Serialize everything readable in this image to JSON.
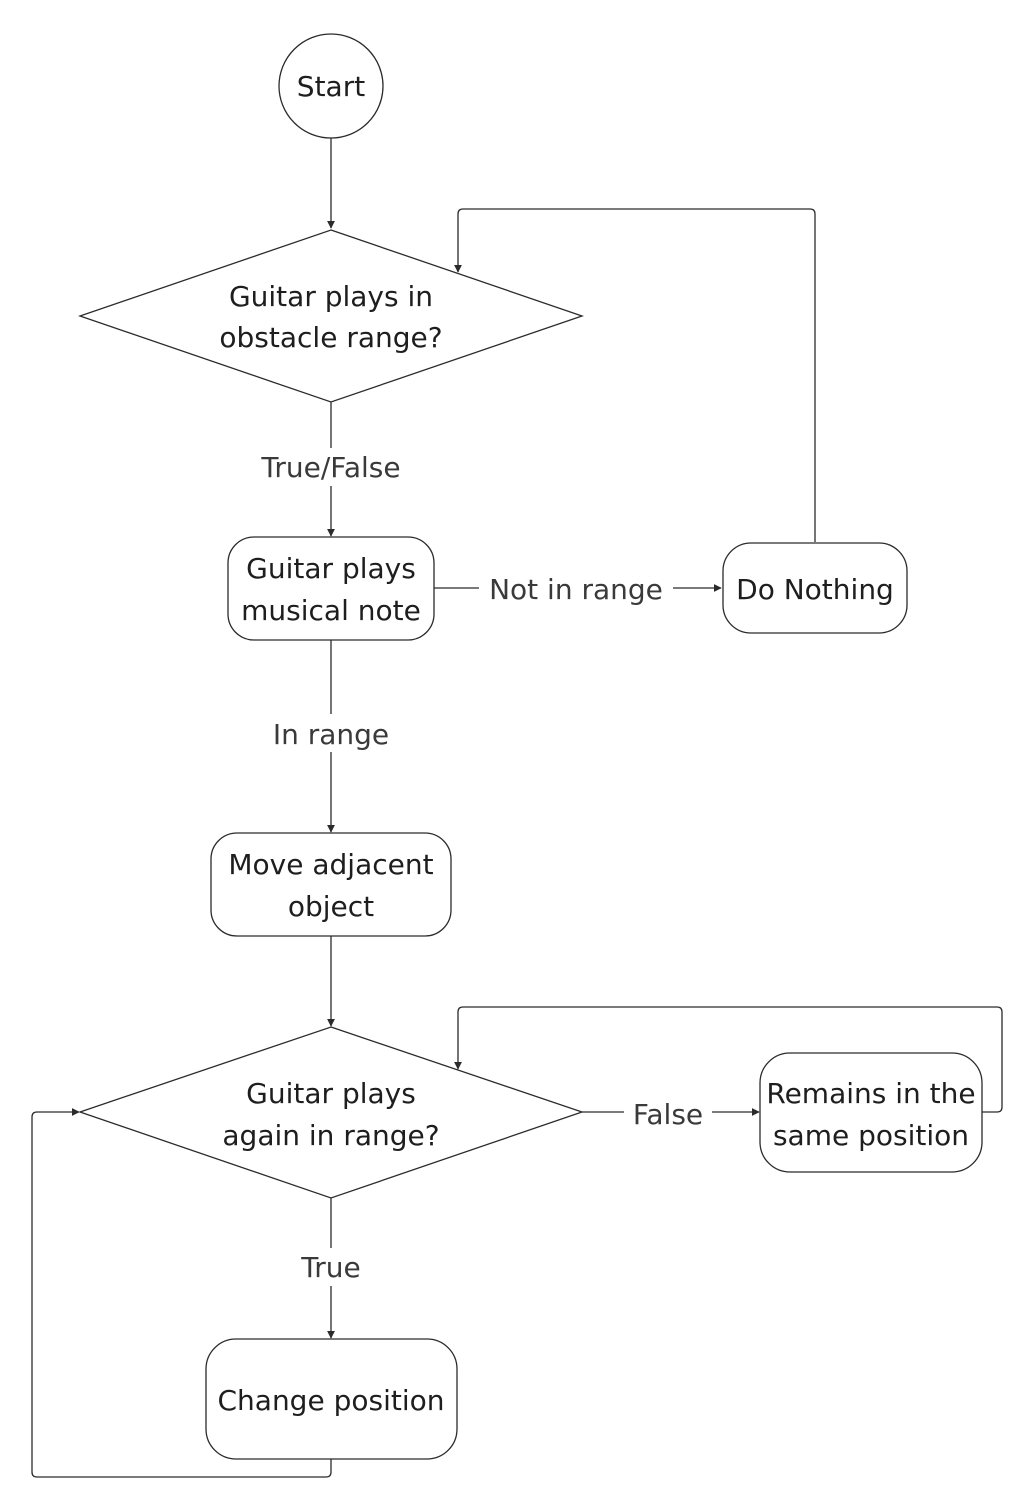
{
  "diagram": {
    "type": "flowchart",
    "nodes": {
      "start": {
        "shape": "circle",
        "lines": [
          "Start"
        ]
      },
      "decision_obstacle": {
        "shape": "diamond",
        "lines": [
          "Guitar plays in",
          "obstacle range?"
        ]
      },
      "play_note": {
        "shape": "rounded-rect",
        "lines": [
          "Guitar plays",
          "musical note"
        ]
      },
      "do_nothing": {
        "shape": "rounded-rect",
        "lines": [
          "Do Nothing"
        ]
      },
      "move_object": {
        "shape": "rounded-rect",
        "lines": [
          "Move adjacent",
          "object"
        ]
      },
      "decision_again": {
        "shape": "diamond",
        "lines": [
          "Guitar plays",
          "again in range?"
        ]
      },
      "remains": {
        "shape": "rounded-rect",
        "lines": [
          "Remains in the",
          "same position"
        ]
      },
      "change_position": {
        "shape": "rounded-rect",
        "lines": [
          "Change position"
        ]
      }
    },
    "edges": [
      {
        "id": "start_to_obstacle",
        "from": "start",
        "to": "decision_obstacle",
        "label": ""
      },
      {
        "id": "obstacle_to_note",
        "from": "decision_obstacle",
        "to": "play_note",
        "label": "True/False"
      },
      {
        "id": "note_to_nothing",
        "from": "play_note",
        "to": "do_nothing",
        "label": "Not in range"
      },
      {
        "id": "nothing_to_obstacle",
        "from": "do_nothing",
        "to": "decision_obstacle",
        "label": ""
      },
      {
        "id": "note_to_move",
        "from": "play_note",
        "to": "move_object",
        "label": "In range"
      },
      {
        "id": "move_to_again",
        "from": "move_object",
        "to": "decision_again",
        "label": ""
      },
      {
        "id": "again_to_remains",
        "from": "decision_again",
        "to": "remains",
        "label": "False"
      },
      {
        "id": "remains_to_again",
        "from": "remains",
        "to": "decision_again",
        "label": ""
      },
      {
        "id": "again_to_change",
        "from": "decision_again",
        "to": "change_position",
        "label": "True"
      },
      {
        "id": "change_to_again",
        "from": "change_position",
        "to": "decision_again",
        "label": ""
      }
    ]
  }
}
